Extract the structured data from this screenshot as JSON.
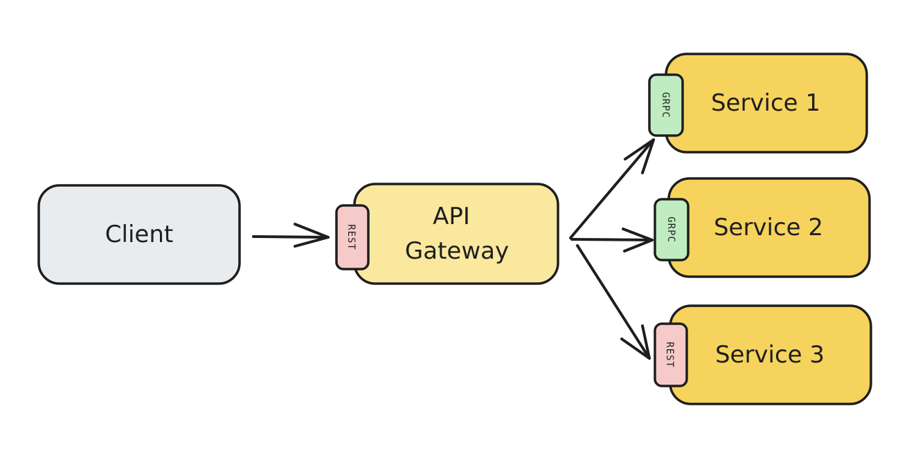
{
  "colors": {
    "client_fill": "#e9ecef",
    "gateway_fill": "#fbe89f",
    "service_fill": "#f6d35d",
    "rest_fill": "#f7caca",
    "grpc_fill": "#c0ecc2",
    "stroke": "#1e1e1e"
  },
  "nodes": {
    "client": {
      "label": "Client"
    },
    "gateway": {
      "label_line1": "API",
      "label_line2": "Gateway",
      "tag": "REST"
    },
    "service1": {
      "label": "Service 1",
      "tag": "GRPC"
    },
    "service2": {
      "label": "Service 2",
      "tag": "GRPC"
    },
    "service3": {
      "label": "Service 3",
      "tag": "REST"
    }
  },
  "edges": [
    {
      "from": "client",
      "to": "gateway"
    },
    {
      "from": "gateway",
      "to": "service1"
    },
    {
      "from": "gateway",
      "to": "service2"
    },
    {
      "from": "gateway",
      "to": "service3"
    }
  ]
}
